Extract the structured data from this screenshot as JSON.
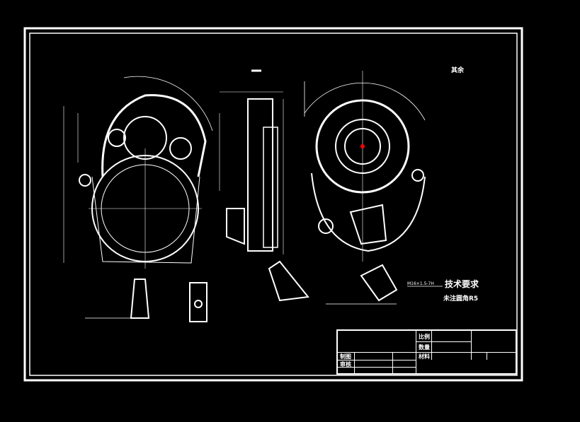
{
  "drawing": {
    "surface_roughness_note": "其余",
    "tech_requirements_title": "技术要求",
    "tech_requirements_line": "未注圆角R5",
    "thread_note": "M16×1.5-7H",
    "colors": {
      "background": "#000000",
      "lines": "#ffffff",
      "center_mark": "#ff0000"
    }
  },
  "title_block": {
    "cells": [
      "比例",
      "数量",
      "制图",
      "审核",
      "材料"
    ]
  }
}
